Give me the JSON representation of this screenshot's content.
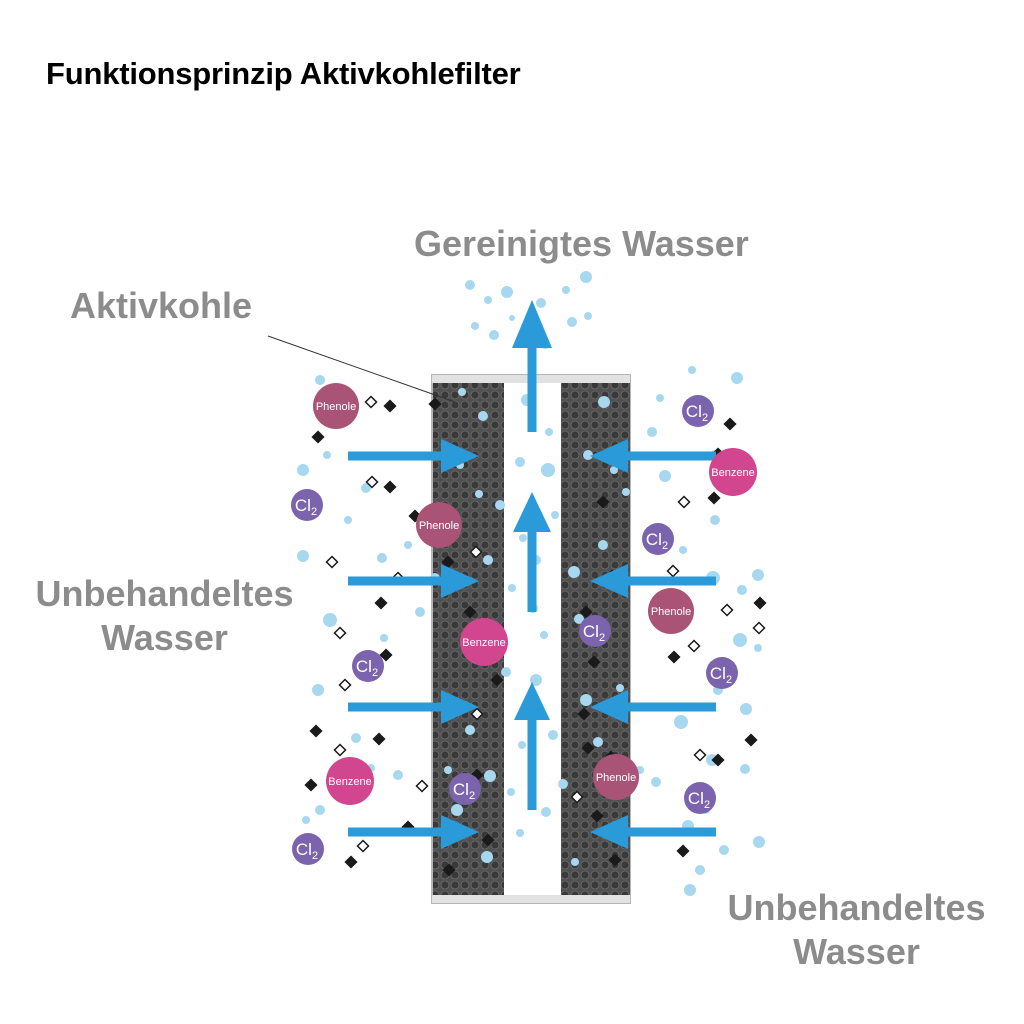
{
  "title": "Funktionsprinzip Aktivkohlefilter",
  "labels": {
    "clean_water": "Gereinigtes Wasser",
    "activated_carbon": "Aktivkohle",
    "untreated_left_line1": "Unbehandeltes",
    "untreated_left_line2": "Wasser",
    "untreated_right_line1": "Unbehandeltes",
    "untreated_right_line2": "Wasser"
  },
  "molecules": {
    "phenol": "Phenole",
    "benzene": "Benzene",
    "chlorine": "Cl",
    "chlorine_subscript": "2"
  },
  "colors": {
    "arrow": "#2a9bd8",
    "droplet": "#a7d8f0",
    "carbon": "#4a4a4a",
    "phenol": "#a95476",
    "benzene": "#d1468f",
    "chlorine": "#7b63ad",
    "label_gray": "#8c8c8c"
  }
}
